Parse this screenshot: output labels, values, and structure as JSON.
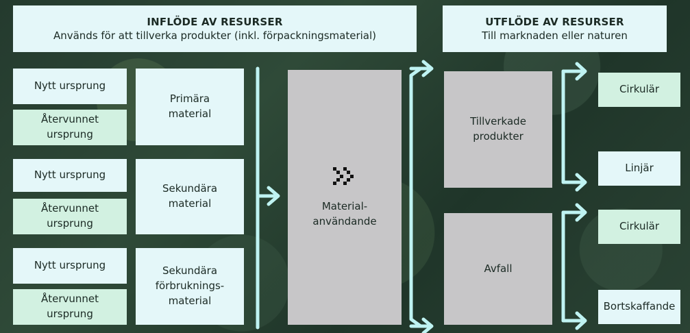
{
  "inflow": {
    "title": "INFLÖDE AV RESURSER",
    "subtitle": "Används för att tillverka produkter (inkl. förpackningsmaterial)"
  },
  "outflow": {
    "title": "UTFLÖDE AV RESURSER",
    "subtitle": "Till marknaden eller naturen"
  },
  "origins": [
    {
      "new": "Nytt ursprung",
      "recycled": "Återvunnet\nursprung"
    },
    {
      "new": "Nytt ursprung",
      "recycled": "Återvunnet\nursprung"
    },
    {
      "new": "Nytt ursprung",
      "recycled": "Återvunnet\nursprung"
    }
  ],
  "materials": [
    "Primära\nmaterial",
    "Sekundära\nmaterial",
    "Sekundära\nförbruknings-\nmaterial"
  ],
  "center": {
    "label": "Material-\nanvändande",
    "icon": "double-chevron-right-icon"
  },
  "outputs": {
    "products": "Tillverkade\nprodukter",
    "waste": "Avfall"
  },
  "destinations": [
    "Cirkulär",
    "Linjär",
    "Cirkulär",
    "Bortskaffande"
  ],
  "colors": {
    "header": "#e4f7f9",
    "box_blue": "#e4f7f9",
    "box_mint": "#d2f1e1",
    "box_grey": "#c7c6c8",
    "arrow": "#bff3f2"
  }
}
